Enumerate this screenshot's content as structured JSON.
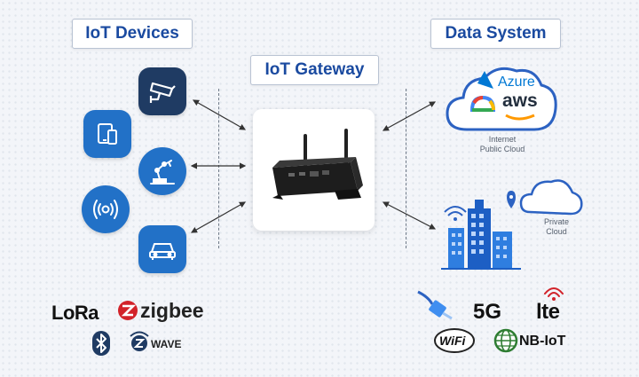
{
  "titles": {
    "devices": "IoT Devices",
    "gateway": "IoT Gateway",
    "data_system": "Data System"
  },
  "cloud_public": {
    "providers": [
      "Azure",
      "aws"
    ],
    "label_line1": "Internet",
    "label_line2": "Public Cloud"
  },
  "cloud_private": {
    "label_line1": "Private",
    "label_line2": "Cloud"
  },
  "protocols_left": {
    "lora": "LoRa",
    "zigbee": "zigbee",
    "zwave": "WAVE"
  },
  "protocols_right": {
    "five_g": "5G",
    "lte": "lte",
    "wifi": "WiFi",
    "nbiot": "NB-IoT"
  },
  "colors": {
    "title_text": "#1a4aa0",
    "tile_dark": "#1f3b63",
    "tile_blue": "#2271c7",
    "azure": "#0078d4",
    "aws_text": "#232f3e",
    "aws_smile": "#ff9900",
    "zigbee_red": "#d2232a",
    "lte_red": "#d2232a",
    "nbiot_green": "#2e7d32"
  }
}
